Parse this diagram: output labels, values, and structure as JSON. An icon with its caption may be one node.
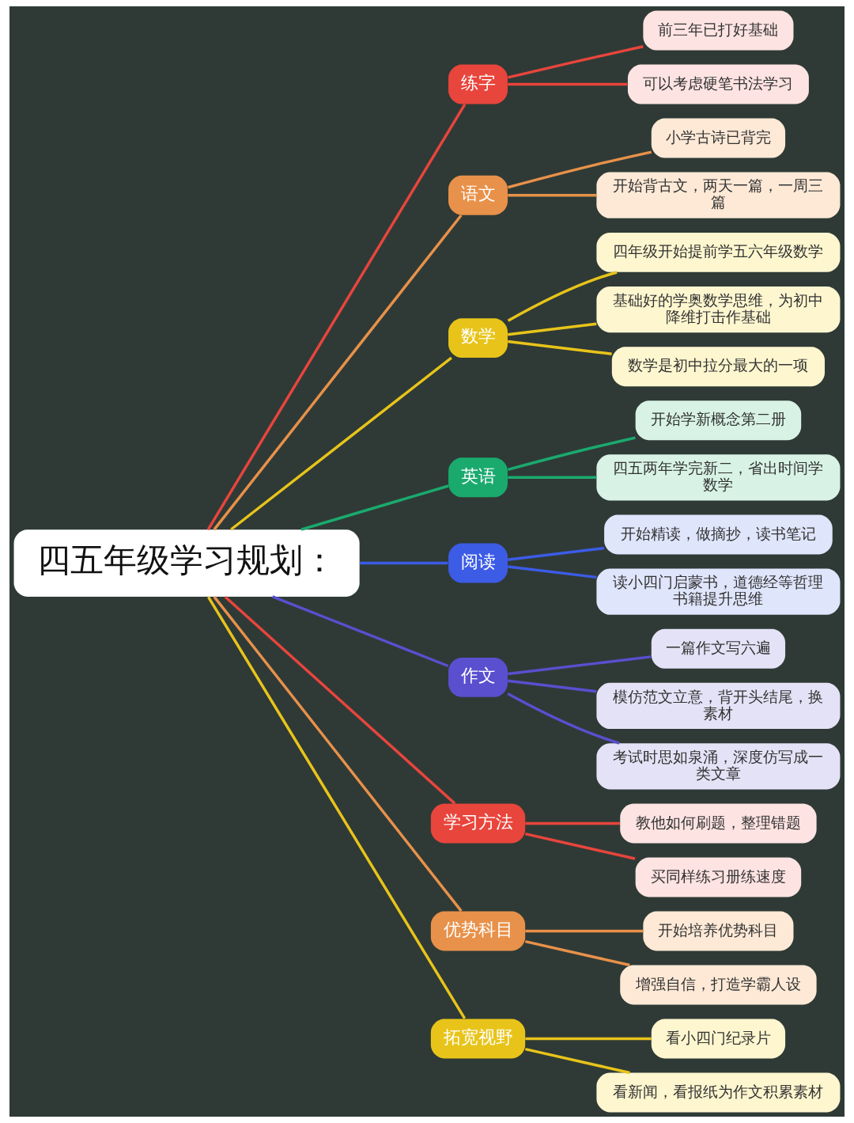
{
  "diagram": {
    "nodes": [
      {
        "text": [
          "四五年级学习规划："
        ]
      },
      {
        "text": [
          "练字"
        ]
      },
      {
        "text": [
          "前三年已打好基础"
        ]
      },
      {
        "text": [
          "可以考虑硬笔书法学习"
        ]
      },
      {
        "text": [
          "语文"
        ]
      },
      {
        "text": [
          "小学古诗已背完"
        ]
      },
      {
        "text": [
          "开始背古文，两天一篇，一周三篇"
        ]
      },
      {
        "text": [
          "数学"
        ]
      },
      {
        "text": [
          "四年级开始提前学五六年级数学"
        ]
      },
      {
        "text": [
          "基础好的学奥数学思维，为初中降维打击作基础"
        ]
      },
      {
        "text": [
          "数学是初中拉分最大的一项"
        ]
      },
      {
        "text": [
          "英语"
        ]
      },
      {
        "text": [
          "开始学新概念第二册"
        ]
      },
      {
        "text": [
          "四五两年学完新二，省出时间学数学"
        ]
      },
      {
        "text": [
          "阅读"
        ]
      },
      {
        "text": [
          "开始精读，做摘抄，读书笔记"
        ]
      },
      {
        "text": [
          "读小四门启蒙书，道德经等哲理书籍提升思维"
        ]
      },
      {
        "text": [
          "作文"
        ]
      },
      {
        "text": [
          "一篇作文写六遍"
        ]
      },
      {
        "text": [
          "模仿范文立意，背开头结尾，换素材"
        ]
      },
      {
        "text": [
          "考试时思如泉涌，深度仿写成一类文章"
        ]
      },
      {
        "text": [
          "学习方法"
        ]
      },
      {
        "text": [
          "教他如何刷题，整理错题"
        ]
      },
      {
        "text": [
          "买同样练习册练速度"
        ]
      },
      {
        "text": [
          "优势科目"
        ]
      },
      {
        "text": [
          "开始培养优势科目"
        ]
      },
      {
        "text": [
          "增强自信，打造学霸人设"
        ]
      },
      {
        "text": [
          "拓宽视野"
        ]
      },
      {
        "text": [
          "看小四门纪录片"
        ]
      },
      {
        "text": [
          "看新闻，看报纸为作文积累素材"
        ]
      }
    ],
    "edges": [
      {
        "from": 0,
        "to": 1,
        "arrow": "none",
        "color": "#e8453c"
      },
      {
        "from": 1,
        "to": 2,
        "arrow": "none",
        "color": "#e8453c"
      },
      {
        "from": 1,
        "to": 3,
        "arrow": "none",
        "color": "#e8453c"
      },
      {
        "from": 0,
        "to": 4,
        "arrow": "none",
        "color": "#e8914a"
      },
      {
        "from": 4,
        "to": 5,
        "arrow": "none",
        "color": "#e8914a"
      },
      {
        "from": 4,
        "to": 6,
        "arrow": "none",
        "color": "#e8914a"
      },
      {
        "from": 0,
        "to": 7,
        "arrow": "none",
        "color": "#e8c41a"
      },
      {
        "from": 7,
        "to": 8,
        "arrow": "none",
        "color": "#e8c41a"
      },
      {
        "from": 7,
        "to": 9,
        "arrow": "none",
        "color": "#e8c41a"
      },
      {
        "from": 7,
        "to": 10,
        "arrow": "none",
        "color": "#e8c41a"
      },
      {
        "from": 0,
        "to": 11,
        "arrow": "none",
        "color": "#1aaa6e"
      },
      {
        "from": 11,
        "to": 12,
        "arrow": "none",
        "color": "#1aaa6e"
      },
      {
        "from": 11,
        "to": 13,
        "arrow": "none",
        "color": "#1aaa6e"
      },
      {
        "from": 0,
        "to": 14,
        "arrow": "none",
        "color": "#3c5ce6"
      },
      {
        "from": 14,
        "to": 15,
        "arrow": "none",
        "color": "#3c5ce6"
      },
      {
        "from": 14,
        "to": 16,
        "arrow": "none",
        "color": "#3c5ce6"
      },
      {
        "from": 0,
        "to": 17,
        "arrow": "none",
        "color": "#5a4fcf"
      },
      {
        "from": 17,
        "to": 18,
        "arrow": "none",
        "color": "#5a4fcf"
      },
      {
        "from": 17,
        "to": 19,
        "arrow": "none",
        "color": "#5a4fcf"
      },
      {
        "from": 17,
        "to": 20,
        "arrow": "none",
        "color": "#5a4fcf"
      },
      {
        "from": 0,
        "to": 21,
        "arrow": "none",
        "color": "#e8453c"
      },
      {
        "from": 21,
        "to": 22,
        "arrow": "none",
        "color": "#e8453c"
      },
      {
        "from": 21,
        "to": 23,
        "arrow": "none",
        "color": "#e8453c"
      },
      {
        "from": 0,
        "to": 24,
        "arrow": "none",
        "color": "#e8914a"
      },
      {
        "from": 24,
        "to": 25,
        "arrow": "none",
        "color": "#e8914a"
      },
      {
        "from": 24,
        "to": 26,
        "arrow": "none",
        "color": "#e8914a"
      },
      {
        "from": 0,
        "to": 27,
        "arrow": "none",
        "color": "#e8c41a"
      },
      {
        "from": 27,
        "to": 28,
        "arrow": "none",
        "color": "#e8c41a"
      },
      {
        "from": 27,
        "to": 29,
        "arrow": "none",
        "color": "#e8c41a"
      }
    ]
  }
}
